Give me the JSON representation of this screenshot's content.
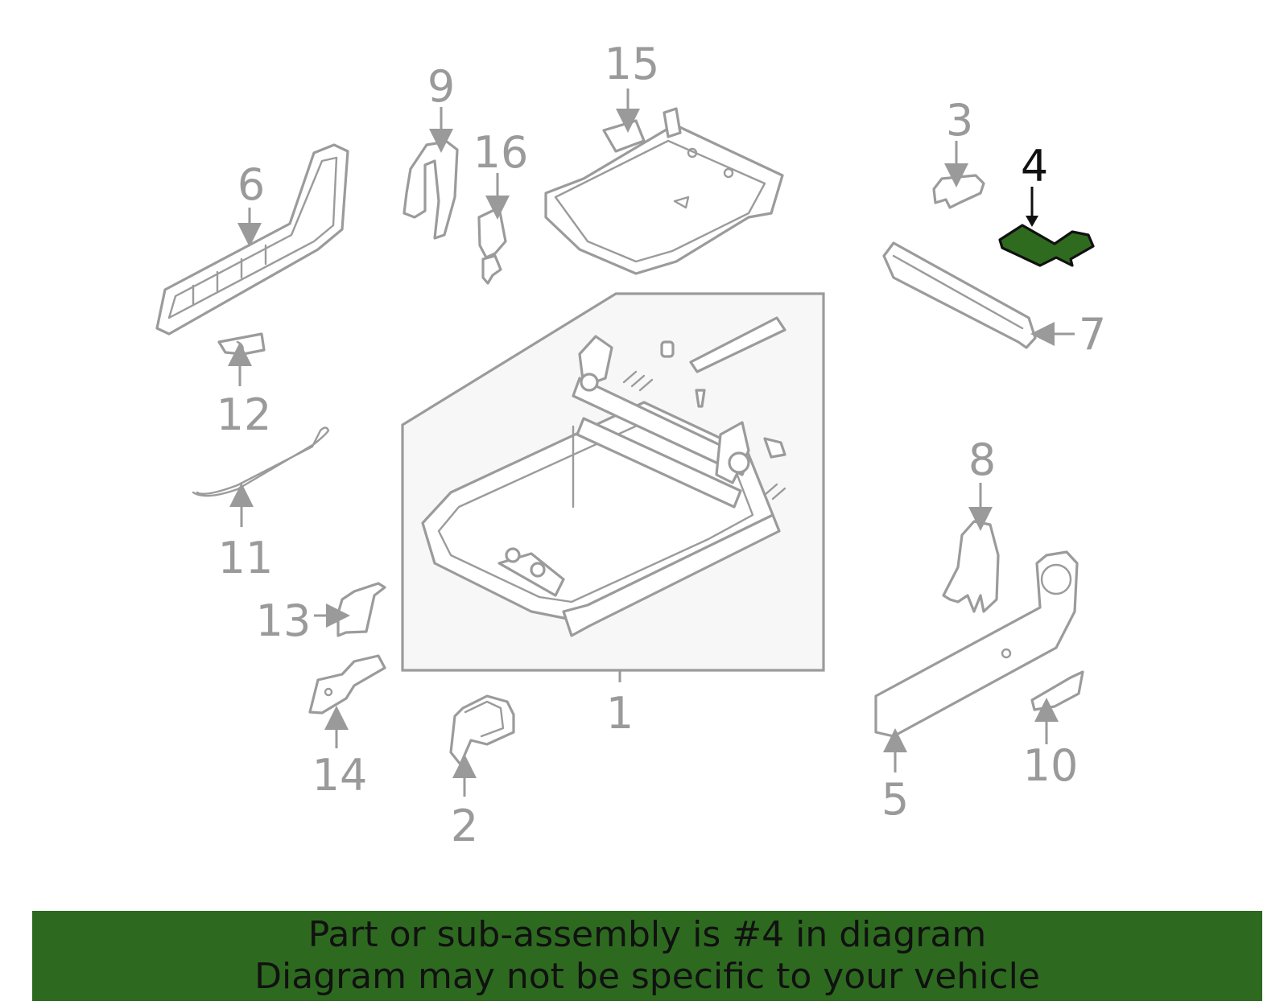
{
  "diagram": {
    "highlighted_part": "4",
    "highlight_color": "#2d6a1f",
    "callouts": [
      "1",
      "2",
      "3",
      "4",
      "5",
      "6",
      "7",
      "8",
      "9",
      "10",
      "11",
      "12",
      "13",
      "14",
      "15",
      "16"
    ]
  },
  "banner": {
    "line1": "Part or sub-assembly is #4 in diagram",
    "line2": "Diagram may not be specific to your vehicle"
  }
}
